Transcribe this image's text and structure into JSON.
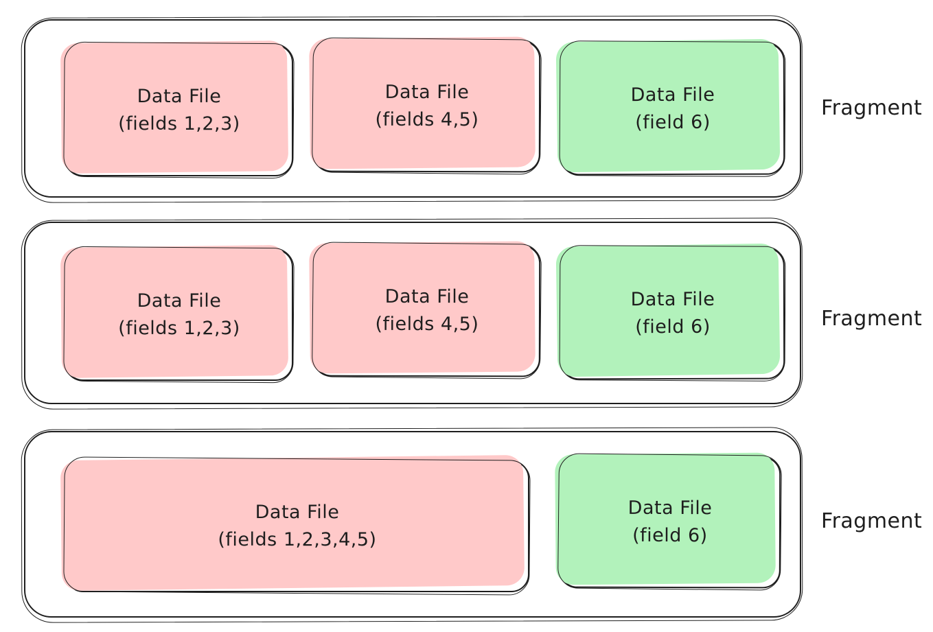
{
  "diagram": {
    "colors": {
      "pink": "#ffc9c9",
      "green": "#b2f2bb",
      "stroke": "#1e1e1e"
    },
    "fragments": [
      {
        "label": "Fragment",
        "files": [
          {
            "title": "Data File",
            "fields": "(fields 1,2,3)",
            "color": "pink"
          },
          {
            "title": "Data File",
            "fields": "(fields 4,5)",
            "color": "pink"
          },
          {
            "title": "Data File",
            "fields": "(field 6)",
            "color": "green"
          }
        ]
      },
      {
        "label": "Fragment",
        "files": [
          {
            "title": "Data File",
            "fields": "(fields 1,2,3)",
            "color": "pink"
          },
          {
            "title": "Data File",
            "fields": "(fields 4,5)",
            "color": "pink"
          },
          {
            "title": "Data File",
            "fields": "(field 6)",
            "color": "green"
          }
        ]
      },
      {
        "label": "Fragment",
        "files": [
          {
            "title": "Data File",
            "fields": "(fields 1,2,3,4,5)",
            "color": "pink"
          },
          {
            "title": "Data File",
            "fields": "(field 6)",
            "color": "green"
          }
        ]
      }
    ]
  }
}
